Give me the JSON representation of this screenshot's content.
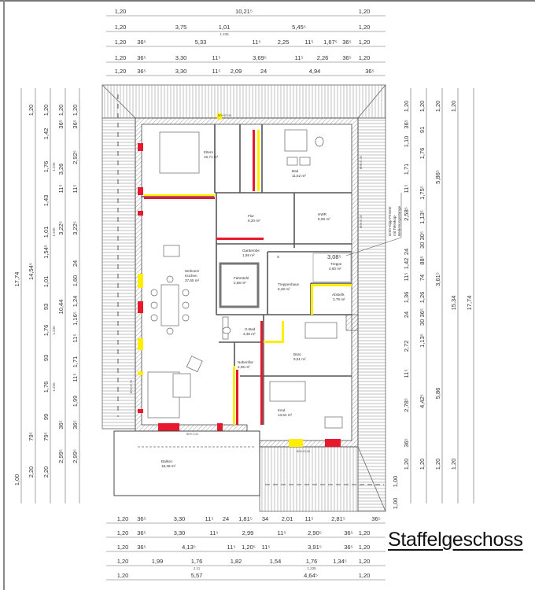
{
  "title": "Staffelgeschoss",
  "colors": {
    "wall_red": "#e8192c",
    "wall_yellow": "#ffee00",
    "line": "#555555"
  },
  "rooms": {
    "eltern": {
      "name": "Eltern",
      "area": "16,71 m²"
    },
    "bad": {
      "name": "Bad",
      "area": "11,62 m²"
    },
    "flur": {
      "name": "Flur",
      "area": "9,20 m²"
    },
    "hwr": {
      "name": "HWR",
      "area": "5,08 m²"
    },
    "garderobe": {
      "name": "Garderobe",
      "area": "1,59 m²"
    },
    "fahrstuhl": {
      "name": "Fahrstuhl",
      "area": "2,88 m²"
    },
    "treppenhaus": {
      "name": "Treppenhaus",
      "area": "5,28 m²"
    },
    "treppe": {
      "name": "Treppe",
      "area": "4,60 m²",
      "height": "3,08⁵",
      "mark": "S"
    },
    "abstellr": {
      "name": "Abstellr.",
      "area": "3,79 m²"
    },
    "wohnen": {
      "name": "Wohnen/",
      "name2": "Küchen",
      "area": "37,65 m²"
    },
    "gbad": {
      "name": "G-Bad",
      "area": "3,36 m²"
    },
    "buero": {
      "name": "Büro",
      "area": "9,51 m²"
    },
    "nebenflur": {
      "name": "Nebenflur",
      "area": "2,05 m²"
    },
    "kind": {
      "name": "Kind",
      "area": "13,54 m²"
    },
    "balkon": {
      "name": "Balkon",
      "area": "18,38 m²"
    }
  },
  "window_labels": [
    "BRH 87,50",
    "BRH 0,00",
    "BRH 87,50",
    "BRH 87,50",
    "BRH 87,50",
    "BRH 87,50"
  ],
  "annotation": [
    "Dreh-Kipp-Fenster",
    "mit Teleskop-",
    "Bedienungsstange"
  ],
  "dims": {
    "top": [
      [
        "1,20",
        "10,21⁵",
        "1,20"
      ],
      [
        "1,20",
        "3,75",
        "1,01",
        "5,45⁵",
        "1,20"
      ],
      [
        "1,20",
        "36⁵",
        "5,33",
        "11⁵",
        "2,25",
        "11⁵",
        "1,67⁵",
        "36⁵",
        "1,20"
      ],
      [
        "1,20",
        "36⁵",
        "3,30",
        "11⁵",
        "3,69⁵",
        "11⁵",
        "2,26",
        "36⁵",
        "1,20"
      ],
      [
        "1,20",
        "36⁵",
        "3,30",
        "11⁵",
        "2,09",
        "24",
        "4,94",
        "36⁵"
      ]
    ],
    "top_sub": [
      "1.235"
    ],
    "bottom": [
      [
        "1,20",
        "36⁵",
        "3,30",
        "11⁵",
        "24",
        "1,81⁵",
        "34",
        "2,01",
        "11⁵",
        "2,81⁵",
        "36⁵"
      ],
      [
        "1,20",
        "36⁵",
        "3,30",
        "11⁵",
        "2,99",
        "11⁵",
        "2,90⁵",
        "36⁵",
        "1,20"
      ],
      [
        "1,20",
        "36⁵",
        "4,13⁵",
        "11⁵",
        "1,20⁵",
        "11⁵",
        "3,91⁵",
        "36⁵",
        "1,20"
      ],
      [
        "1,20",
        "1,99",
        "1,76",
        "1,82",
        "1,54",
        "1,76",
        "1,34⁵",
        "1,20"
      ],
      [
        "1,20",
        "5,57",
        "4,64⁵",
        "1,20"
      ]
    ],
    "bottom_sub": [
      "2.11",
      "1.235"
    ],
    "left": [
      [
        "17,74",
        "1,00"
      ],
      [
        "1,20",
        "14,54⁵",
        "79⁵",
        "2,20"
      ],
      [
        "1,20",
        "1,42",
        "1,76",
        "1,43",
        "1,01",
        "1,54⁵",
        "1,01",
        "93",
        "1,76",
        "93",
        "1,76",
        "99",
        "79⁵",
        "2,20"
      ],
      [
        "1,20",
        "36⁵",
        "3,26",
        "11⁵",
        "3,22⁵",
        "10,44",
        "36⁵",
        "2,99⁵"
      ],
      [
        "1,20",
        "36⁵",
        "2,92⁵",
        "11⁵",
        "3,22⁵",
        "24",
        "1,60",
        "1,24",
        "1,16⁵",
        "11⁵",
        "1,71",
        "11⁵",
        "1,99",
        "36⁵",
        "2,99⁵"
      ]
    ],
    "left_sub": [
      "1.235",
      "1.235",
      "1.235",
      "1.235"
    ],
    "right": [
      [
        "1,20",
        "36⁵",
        "1,10",
        "1,71",
        "11⁵",
        "2,58⁵",
        "24",
        "1,42",
        "11⁵",
        "1,36",
        "24",
        "2,72",
        "11⁵",
        "2,78⁵",
        "36⁵",
        "1,20"
      ],
      [
        "1,20",
        "91",
        "1,76",
        "1,75⁵",
        "1,13⁵",
        "30 30⁵",
        "88⁵",
        "74",
        "1,26",
        "30 36⁵",
        "1,13⁵",
        "4,42⁵",
        "1,20"
      ],
      [
        "1,20",
        "5,86⁵",
        "3,61⁵",
        "5,86",
        "1,20"
      ],
      [
        "1,20",
        "15,34",
        "1,20"
      ],
      [
        "17,74"
      ]
    ],
    "right_extra": [
      "1,00",
      "1,00"
    ]
  }
}
